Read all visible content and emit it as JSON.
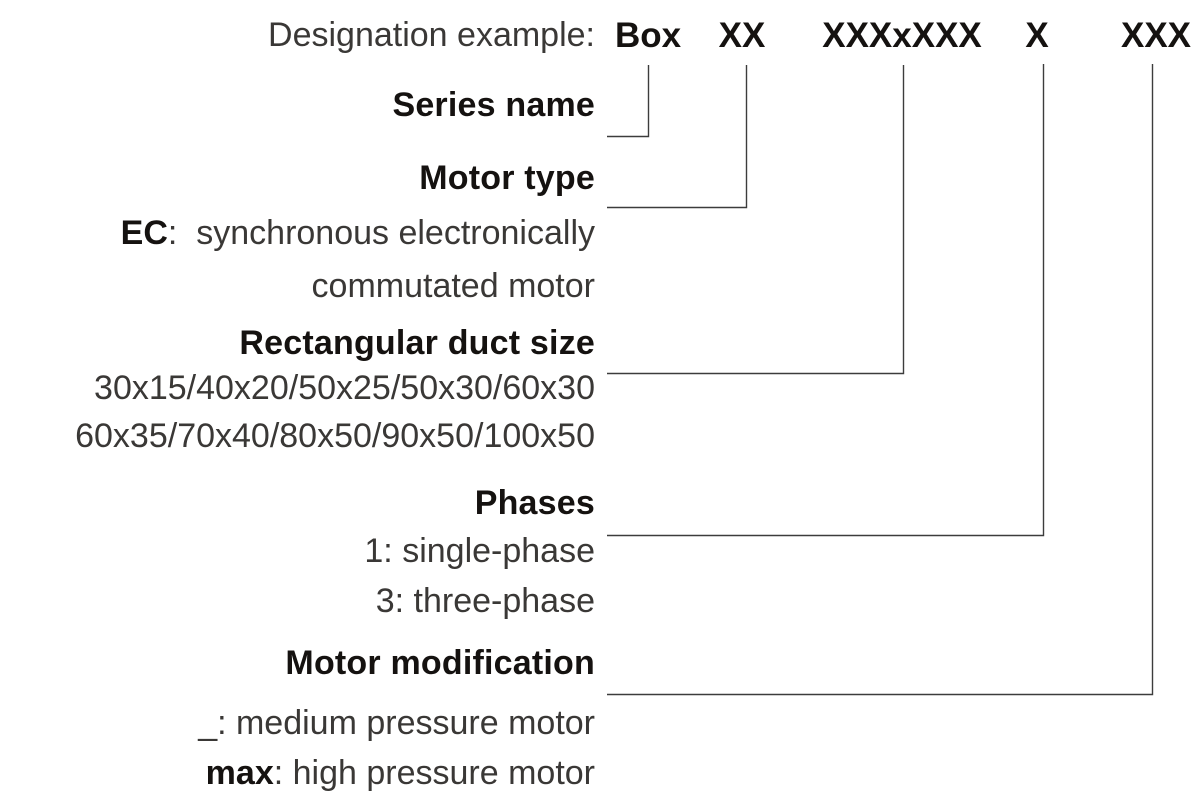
{
  "page": {
    "background_color": "#ffffff",
    "text_color": "#3a3836",
    "bold_color": "#151210",
    "connector_color": "#3c3c3c"
  },
  "designation": {
    "label": "Designation example:",
    "code": [
      {
        "id": "series",
        "text": "Box"
      },
      {
        "id": "motor_type",
        "text": "XX"
      },
      {
        "id": "duct_size",
        "text": "XXXxXXX"
      },
      {
        "id": "phases",
        "text": "X"
      },
      {
        "id": "modification",
        "text": "XXX"
      }
    ]
  },
  "sections": {
    "series": {
      "heading": "Series name"
    },
    "motor_type": {
      "heading": "Motor type",
      "item_prefix": "EC",
      "item_text": ":  synchronous electronically",
      "item_text_line2": "commutated motor"
    },
    "duct_size": {
      "heading": "Rectangular duct size",
      "sizes_line1": "30x15/40x20/50x25/50x30/60x30",
      "sizes_line2": "60x35/70x40/80x50/90x50/100x50"
    },
    "phases": {
      "heading": "Phases",
      "option1": "1: single-phase",
      "option2": "3: three-phase"
    },
    "modification": {
      "heading": "Motor modification",
      "option1": "_: medium pressure motor",
      "option2_prefix": "max",
      "option2_text": ": high pressure motor"
    }
  }
}
